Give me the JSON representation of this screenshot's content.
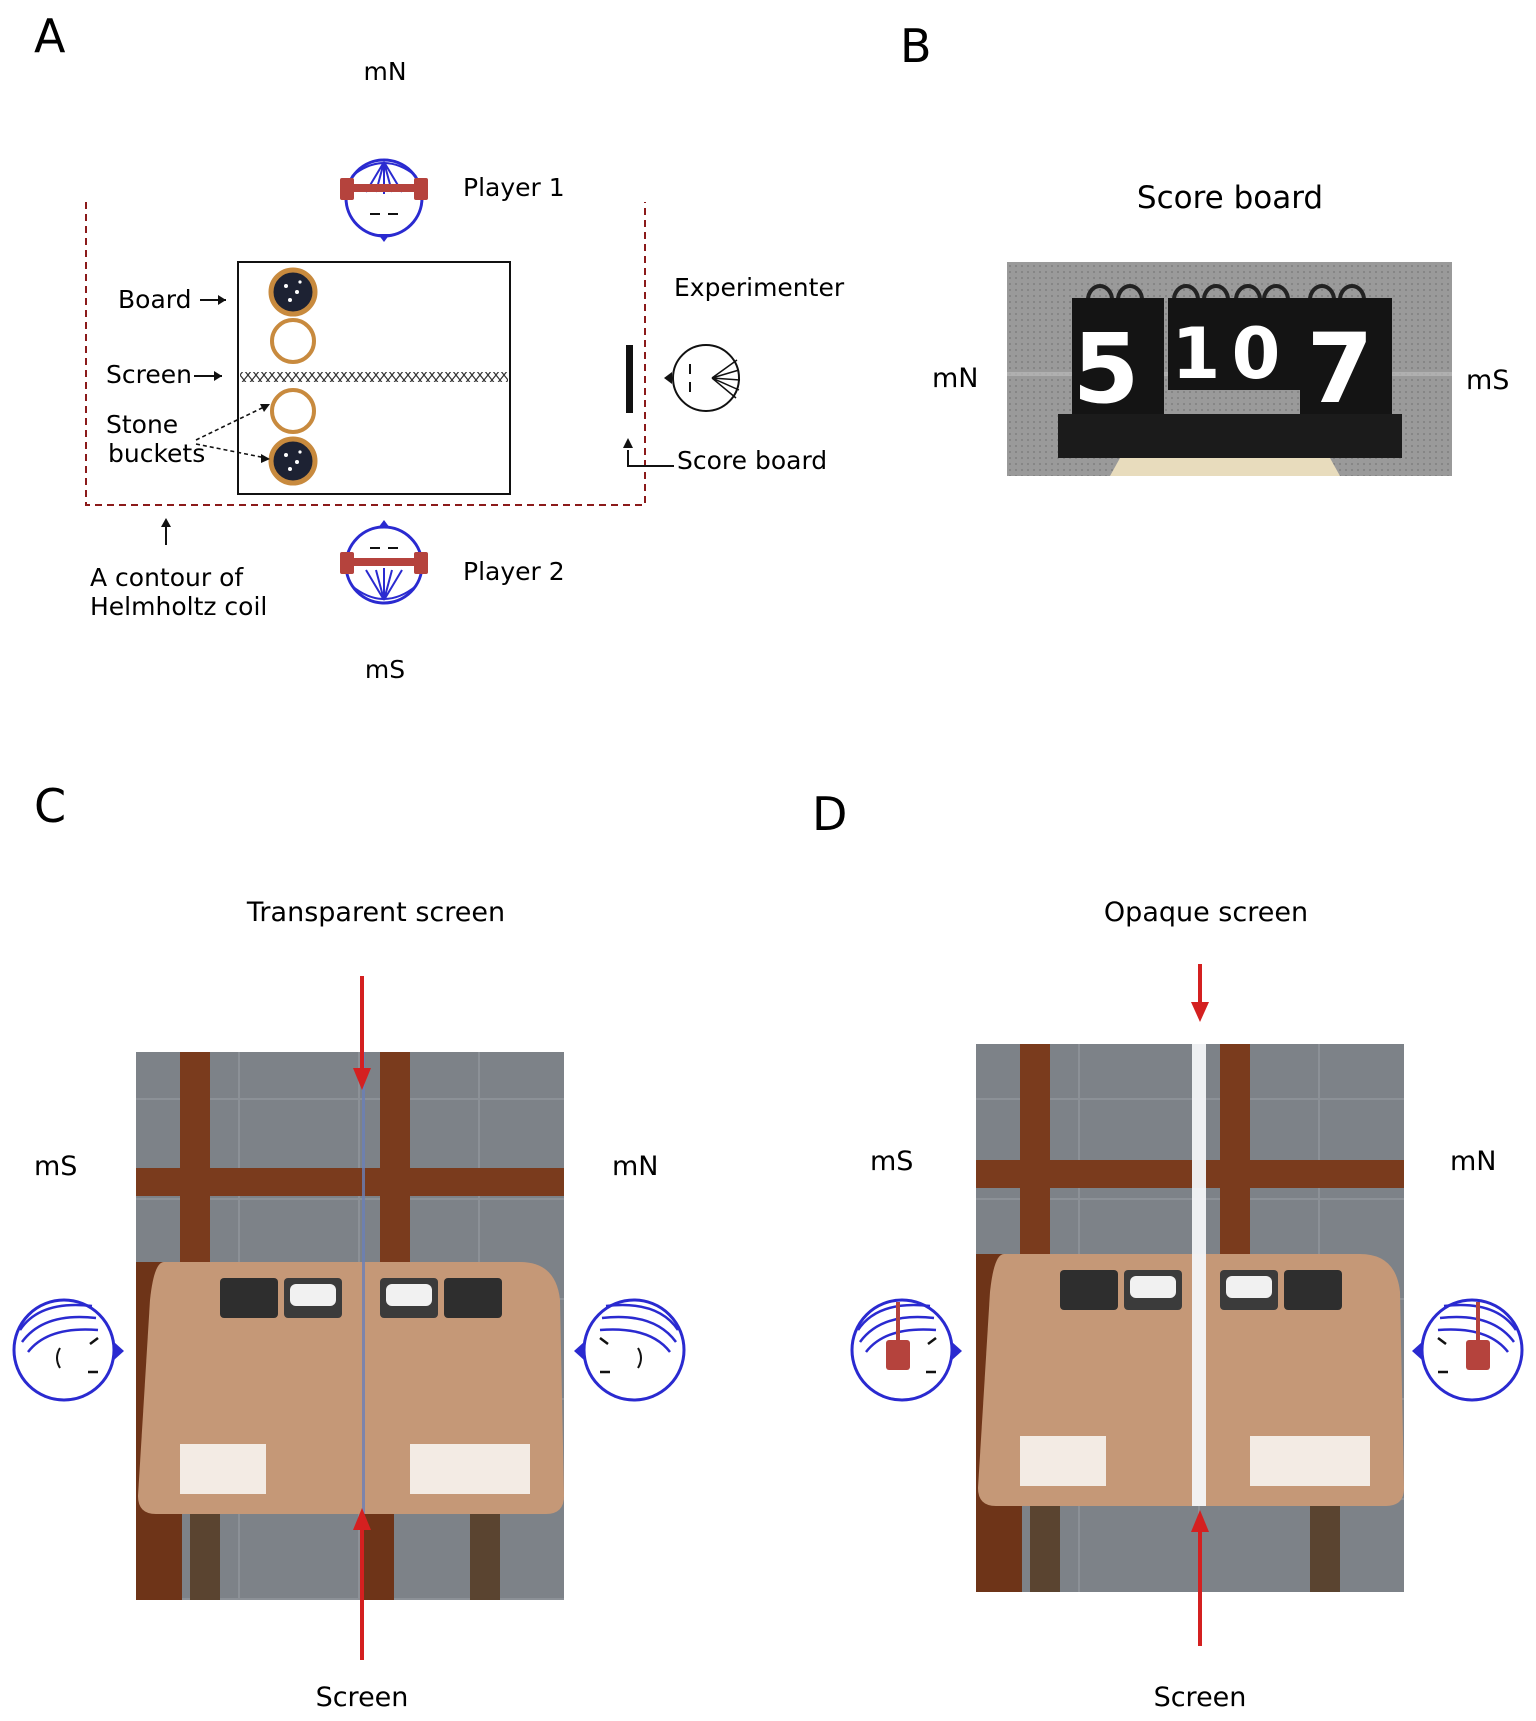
{
  "panels": {
    "A": {
      "letter": "A",
      "north": "mN",
      "south": "mS",
      "player1": "Player 1",
      "player2": "Player 2",
      "experimenter": "Experimenter",
      "board": "Board",
      "screen": "Screen",
      "stone_buckets_line1": "Stone",
      "stone_buckets_line2": "buckets",
      "score_board": "Score board",
      "coil_line1": "A contour of",
      "coil_line2": "Helmholtz  coil",
      "colors": {
        "coil": "#8b1a1a",
        "head": "#2a2ad0",
        "earmuff": "#b5433d",
        "bucket": "#c88a3e"
      }
    },
    "B": {
      "letter": "B",
      "title": "Score board",
      "left": "mN",
      "right": "mS",
      "digits": [
        "5",
        "1",
        "0",
        "7"
      ]
    },
    "C": {
      "letter": "C",
      "title": "Transparent screen",
      "left": "mS",
      "right": "mN",
      "bottom": "Screen",
      "colors": {
        "arrow": "#d42020"
      }
    },
    "D": {
      "letter": "D",
      "title": "Opaque screen",
      "left": "mS",
      "right": "mN",
      "bottom": "Screen",
      "colors": {
        "arrow": "#d42020"
      }
    }
  }
}
